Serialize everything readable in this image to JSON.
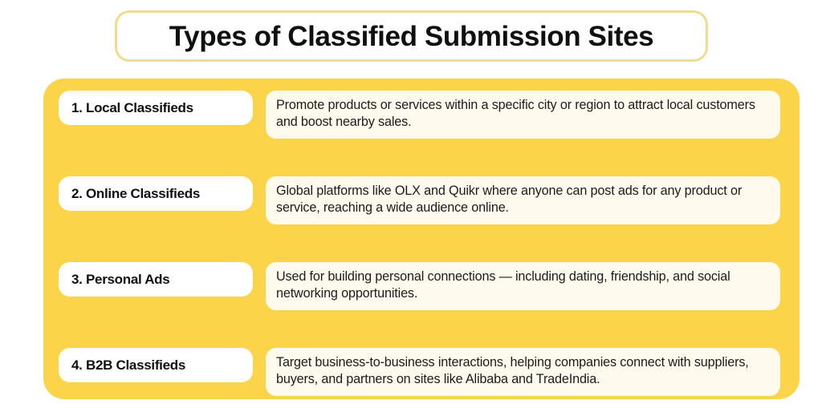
{
  "header": {
    "title": "Types of Classified Submission Sites"
  },
  "theme": {
    "panel_yellow": "#FBD44A",
    "title_border": "#F0DC91",
    "label_card_bg": "#FFFFFF",
    "desc_card_bg": "#FEFBEE",
    "text_color": "#101010",
    "page_bg": "#FFFFFF"
  },
  "rows": [
    {
      "label": "1. Local Classifieds",
      "description": "Promote products or services within a specific city or region to attract local customers and boost nearby sales."
    },
    {
      "label": "2. Online Classifieds",
      "description": "Global platforms like OLX and Quikr where anyone can post ads for any product or service, reaching a wide audience online."
    },
    {
      "label": "3. Personal Ads",
      "description": "Used for building personal connections — including dating, friendship, and social networking opportunities."
    },
    {
      "label": "4. B2B Classifieds",
      "description": "Target business-to-business interactions, helping companies connect with suppliers, buyers, and partners on sites like Alibaba and TradeIndia."
    }
  ]
}
